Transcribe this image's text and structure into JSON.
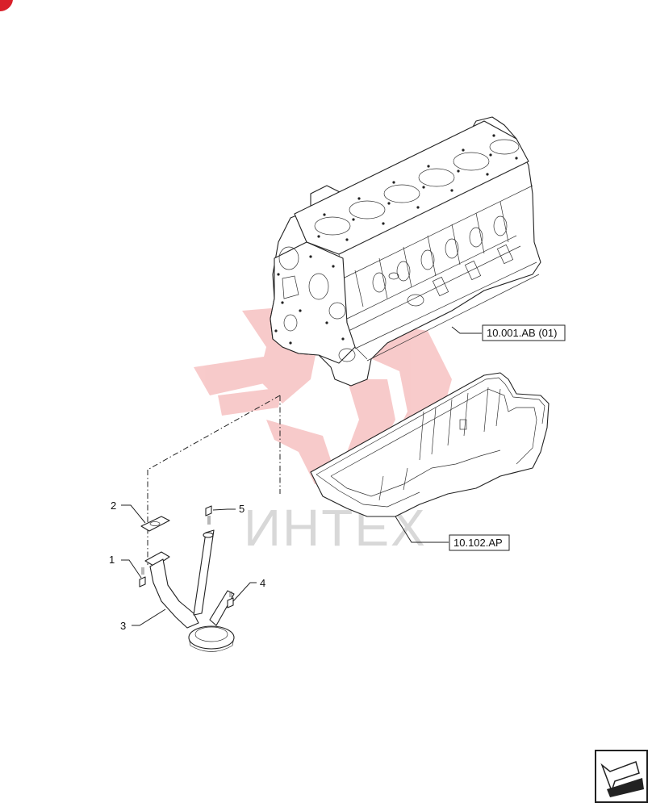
{
  "watermark": {
    "text": "ИНТЕХ",
    "color": "#f2b3b3"
  },
  "references": [
    {
      "id": "engine-block",
      "label": "10.001.AB (01)"
    },
    {
      "id": "oil-pan",
      "label": "10.102.AP"
    }
  ],
  "callouts": [
    {
      "id": "1",
      "label": "1"
    },
    {
      "id": "2",
      "label": "2"
    },
    {
      "id": "3",
      "label": "3"
    },
    {
      "id": "4",
      "label": "4"
    },
    {
      "id": "5",
      "label": "5"
    }
  ],
  "icons": {
    "corner_mark": "red-circle-icon",
    "nav": "arrow-back-icon"
  },
  "colors": {
    "accent": "#d9202a",
    "line": "#222222"
  }
}
